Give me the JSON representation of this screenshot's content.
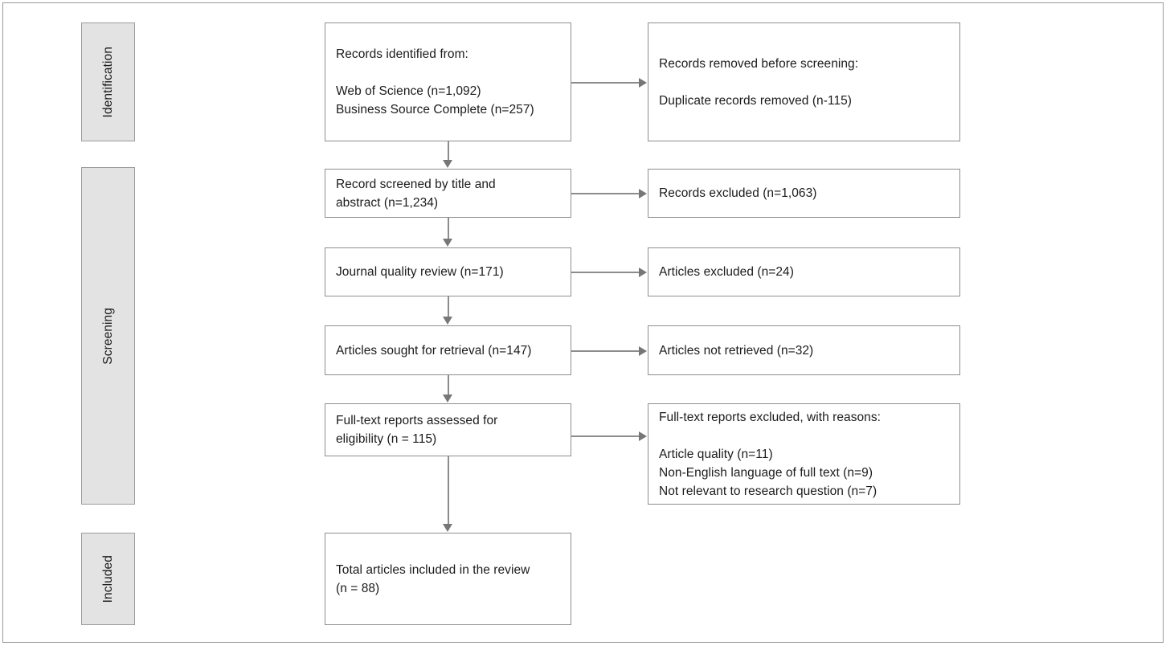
{
  "figure": {
    "type": "prisma-flow-diagram",
    "stages": [
      {
        "id": "identification",
        "label": "Identification"
      },
      {
        "id": "screening",
        "label": "Screening"
      },
      {
        "id": "included",
        "label": "Included"
      }
    ],
    "main_boxes": [
      {
        "id": "records-identified",
        "text": "Records identified from:\n\nWeb of Science (n=1,092)\nBusiness Source Complete (n=257)"
      },
      {
        "id": "records-screened",
        "text": "Record screened by title and\nabstract (n=1,234)"
      },
      {
        "id": "journal-quality-review",
        "text": "Journal quality review (n=171)"
      },
      {
        "id": "articles-sought",
        "text": "Articles sought for retrieval (n=147)"
      },
      {
        "id": "full-text-assessed",
        "text": "Full-text reports assessed for\neligibility (n = 115)"
      },
      {
        "id": "total-included",
        "text": "Total articles included in the review\n(n = 88)"
      }
    ],
    "side_boxes": [
      {
        "id": "records-removed",
        "text": "Records removed before screening:\n\nDuplicate records removed (n-115)"
      },
      {
        "id": "records-excluded",
        "text": "Records excluded (n=1,063)"
      },
      {
        "id": "articles-excluded",
        "text": "Articles excluded (n=24)"
      },
      {
        "id": "articles-not-retrieved",
        "text": "Articles not retrieved (n=32)"
      },
      {
        "id": "full-text-excluded",
        "text": "Full-text reports excluded, with reasons:\n\nArticle quality (n=11)\nNon-English language of full text (n=9)\nNot relevant to research question (n=7)"
      }
    ],
    "colors": {
      "band_fill": "#e3e3e3",
      "band_border": "#9b9b9b",
      "box_border": "#8e8e8e",
      "connector": "#8c8c8c",
      "arrowhead": "#777777",
      "text": "#1b1b1b",
      "background": "#ffffff"
    }
  }
}
